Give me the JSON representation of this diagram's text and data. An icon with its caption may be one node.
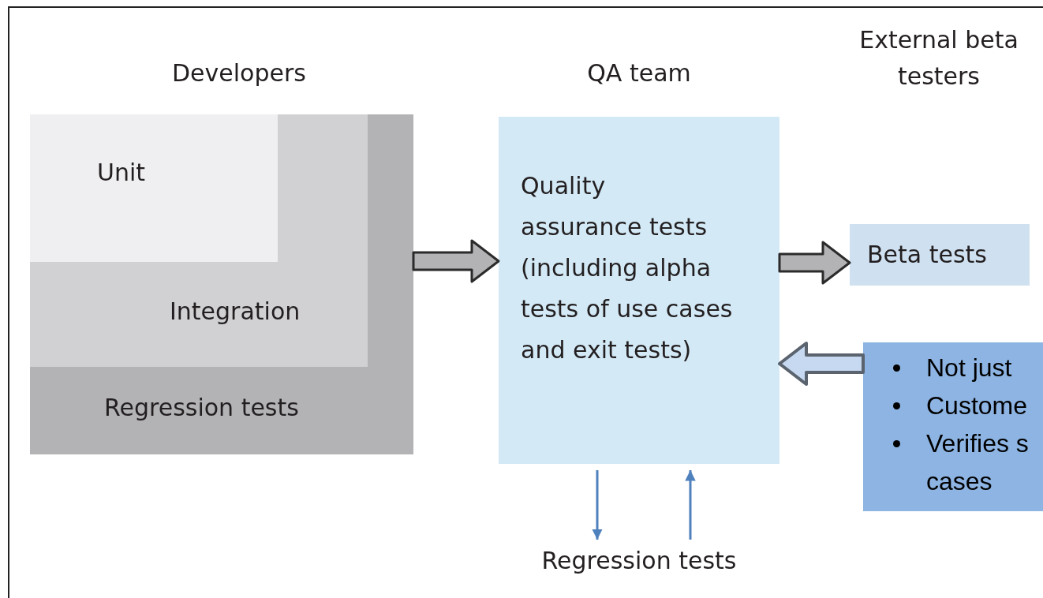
{
  "diagram": {
    "nodes": [
      {
        "text": [
          "Developers",
          "Regression tests"
        ]
      },
      {
        "text": [
          "Integration"
        ],
        "in": 0
      },
      {
        "text": [
          "Unit"
        ],
        "in": 1
      },
      {
        "text": [
          "QA team",
          "Quality assurance tests (including alpha tests of use cases and exit tests)"
        ]
      },
      {
        "text": [
          "Beta tests"
        ]
      },
      {
        "text": [
          "Not just",
          "Custome",
          "Verifies s cases"
        ]
      },
      {
        "text": [
          "Regression tests"
        ]
      }
    ],
    "edges": [
      {
        "from": 0,
        "to": 3,
        "arrow": "to",
        "style": "thick"
      },
      {
        "from": 3,
        "to": 4,
        "arrow": "to",
        "style": "thick"
      },
      {
        "from": 5,
        "to": 3,
        "arrow": "to",
        "style": "thick",
        "color": "#c6d9f1"
      },
      {
        "from": 3,
        "to": 6,
        "arrow": "to",
        "color": "#4f81bd"
      },
      {
        "from": 6,
        "to": 3,
        "arrow": "to",
        "color": "#4f81bd"
      }
    ],
    "labels": [
      "External beta testers"
    ]
  }
}
